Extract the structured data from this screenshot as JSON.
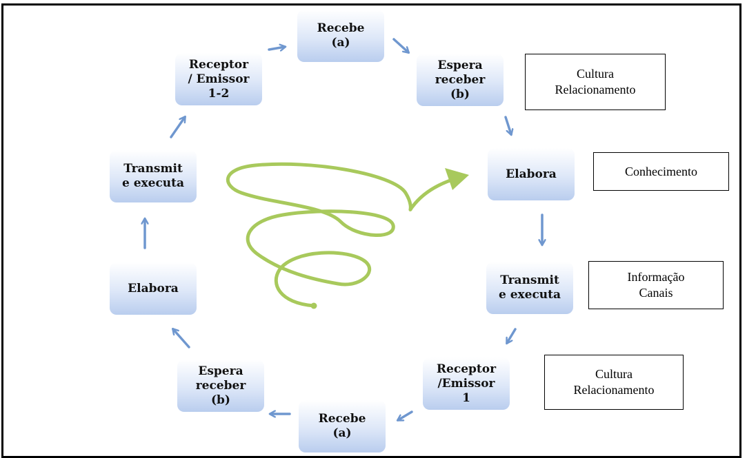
{
  "nodes": {
    "recebe_top": "Recebe\n(a)",
    "espera_receber_right": "Espera\nreceber\n(b)",
    "elabora_right": "Elabora",
    "transmite_executa_right": "Transmit\ne executa",
    "receptor_emissor_1": "Receptor\n/Emissor\n1",
    "recebe_bottom": "Recebe\n(a)",
    "espera_receber_left": "Espera\nreceber\n(b)",
    "elabora_left": "Elabora",
    "transmite_executa_left": "Transmit\ne executa",
    "receptor_emissor_1_2": "Receptor\n/ Emissor\n1-2"
  },
  "notes": {
    "cultura_relacionamento_top": "Cultura\nRelacionamento",
    "conhecimento": "Conhecimento",
    "informacao_canais": "Informação\nCanais",
    "cultura_relacionamento_bottom": "Cultura\nRelacionamento"
  },
  "colors": {
    "node_gradient_bottom": "#b9cdee",
    "arrow": "#6f97cf",
    "spiral": "#a8c95c"
  }
}
